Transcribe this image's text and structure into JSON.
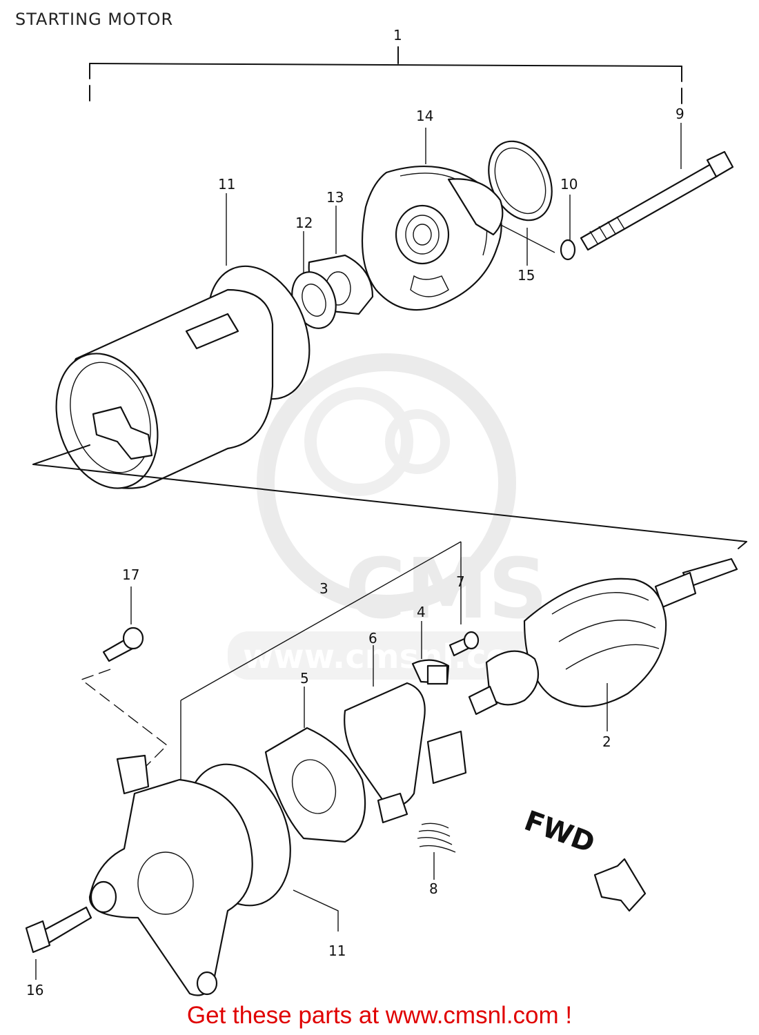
{
  "title": "STARTING MOTOR",
  "footer": "Get these parts at www.cmsnl.com !",
  "watermark": {
    "logo": "CMS",
    "url": "www.cmsnl.com",
    "color": "#e6e6e6"
  },
  "direction_label": "FWD",
  "callouts": {
    "c1": "1",
    "c2": "2",
    "c3": "3",
    "c4": "4",
    "c5": "5",
    "c6": "6",
    "c7": "7",
    "c8": "8",
    "c9": "9",
    "c10": "10",
    "c11a": "11",
    "c11b": "11",
    "c12": "12",
    "c13": "13",
    "c14": "14",
    "c15": "15",
    "c16": "16",
    "c17": "17"
  },
  "colors": {
    "footer": "#e00000",
    "ink": "#111111"
  }
}
